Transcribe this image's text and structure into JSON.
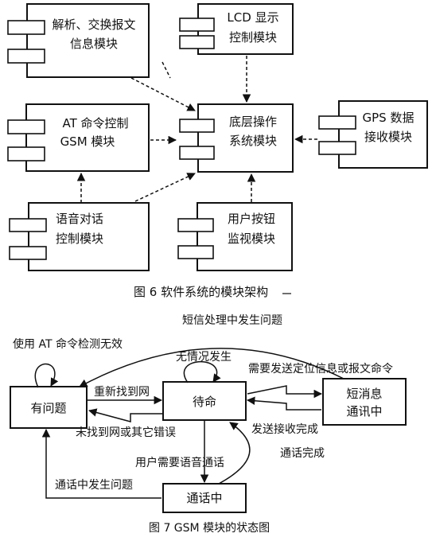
{
  "figure6": {
    "caption": "图 6  软件系统的模块架构",
    "modules": {
      "parse": [
        "解析、交换报文",
        "信息模块"
      ],
      "lcd": [
        "LCD 显示",
        "控制模块"
      ],
      "at": [
        "AT 命令控制",
        "GSM 模块"
      ],
      "os": [
        "底层操作",
        "系统模块"
      ],
      "gps": [
        "GPS 数据",
        "接收模块"
      ],
      "voice": [
        "语音对话",
        "控制模块"
      ],
      "button": [
        "用户按钮",
        "监视模块"
      ]
    }
  },
  "figure7": {
    "caption": "图 7  GSM 模块的状态图",
    "states": {
      "problem": "有问题",
      "standby": "待命",
      "sms": [
        "短消息",
        "通讯中"
      ],
      "call": "通话中"
    },
    "transitions": {
      "at_check": "使用 AT 命令检测无效",
      "sms_problem": "短信处理中发生问题",
      "nothing": "无情况发生",
      "found": "重新找到网",
      "not_found": "未找到网或其它错误",
      "need_send": "需要发送定位信息或报文命令",
      "send_done": "发送接收完成",
      "need_voice": "用户需要语音通话",
      "call_done": "通话完成",
      "call_problem": "通话中发生问题"
    }
  }
}
